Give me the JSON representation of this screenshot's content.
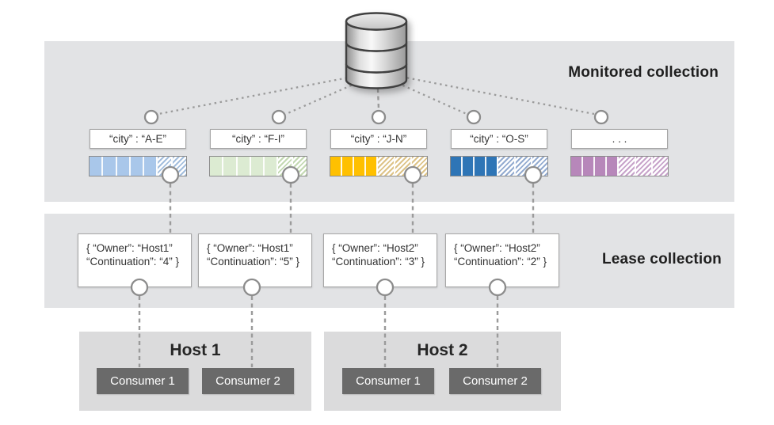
{
  "diagram": {
    "monitored_section_label": "Monitored collection",
    "lease_section_label": "Lease collection",
    "database_icon": "database-cylinder",
    "partitions": [
      {
        "label": "“city” : “A-E”",
        "solid_color": "#a9c7ea",
        "stripe_color": "#a3bedd",
        "solid_cells": 5,
        "hatched_cells": 2,
        "leased": true
      },
      {
        "label": "“city” : “F-I”",
        "solid_color": "#dcebd2",
        "stripe_color": "#c3d9b2",
        "solid_cells": 5,
        "hatched_cells": 2,
        "leased": true
      },
      {
        "label": "“city” : “J-N”",
        "solid_color": "#ffc000",
        "stripe_color": "#ddc387",
        "solid_cells": 4,
        "hatched_cells": 3,
        "leased": true
      },
      {
        "label": "“city” : “O-S”",
        "solid_color": "#2e75b6",
        "stripe_color": "#93abd0",
        "solid_cells": 4,
        "hatched_cells": 3,
        "leased": true
      },
      {
        "label": ". . .",
        "solid_color": "#b787ba",
        "stripe_color": "#c7a3ca",
        "solid_cells": 4,
        "hatched_cells": 3,
        "leased": false
      }
    ],
    "leases": [
      {
        "line1": "{ “Owner”: “Host1”",
        "line2": "“Continuation”: “4” }"
      },
      {
        "line1": "{ “Owner”: “Host1”",
        "line2": "“Continuation”: “5” }"
      },
      {
        "line1": "{ “Owner”: “Host2”",
        "line2": "“Continuation”: “3” }"
      },
      {
        "line1": "{ “Owner”: “Host2”",
        "line2": "“Continuation”: “2” }"
      }
    ],
    "hosts": [
      {
        "title": "Host 1",
        "consumers": [
          "Consumer 1",
          "Consumer 2"
        ]
      },
      {
        "title": "Host 2",
        "consumers": [
          "Consumer 1",
          "Consumer 2"
        ]
      }
    ],
    "colors": {
      "band_background": "#e2e3e5",
      "host_background": "#dbdbdc",
      "consumer_background": "#6a6a6a",
      "connector_gray": "#9b9b9b",
      "box_border": "#a6a6a6",
      "bar_border": "#8c8c8c"
    }
  }
}
